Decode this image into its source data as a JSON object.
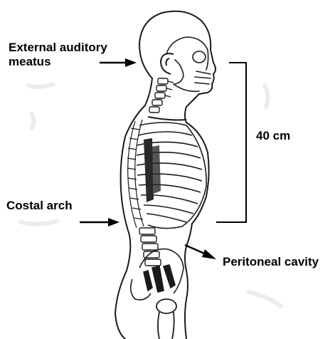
{
  "labels": {
    "external_auditory_meatus_line1": "External auditory",
    "external_auditory_meatus_line2": "meatus",
    "costal_arch": "Costal arch",
    "peritoneal_cavity": "Peritoneal cavity",
    "distance": "40 cm"
  },
  "colors": {
    "ink": "#1a1a1a",
    "text": "#000000",
    "background": "#ffffff",
    "shade": "#2a2a2a"
  }
}
